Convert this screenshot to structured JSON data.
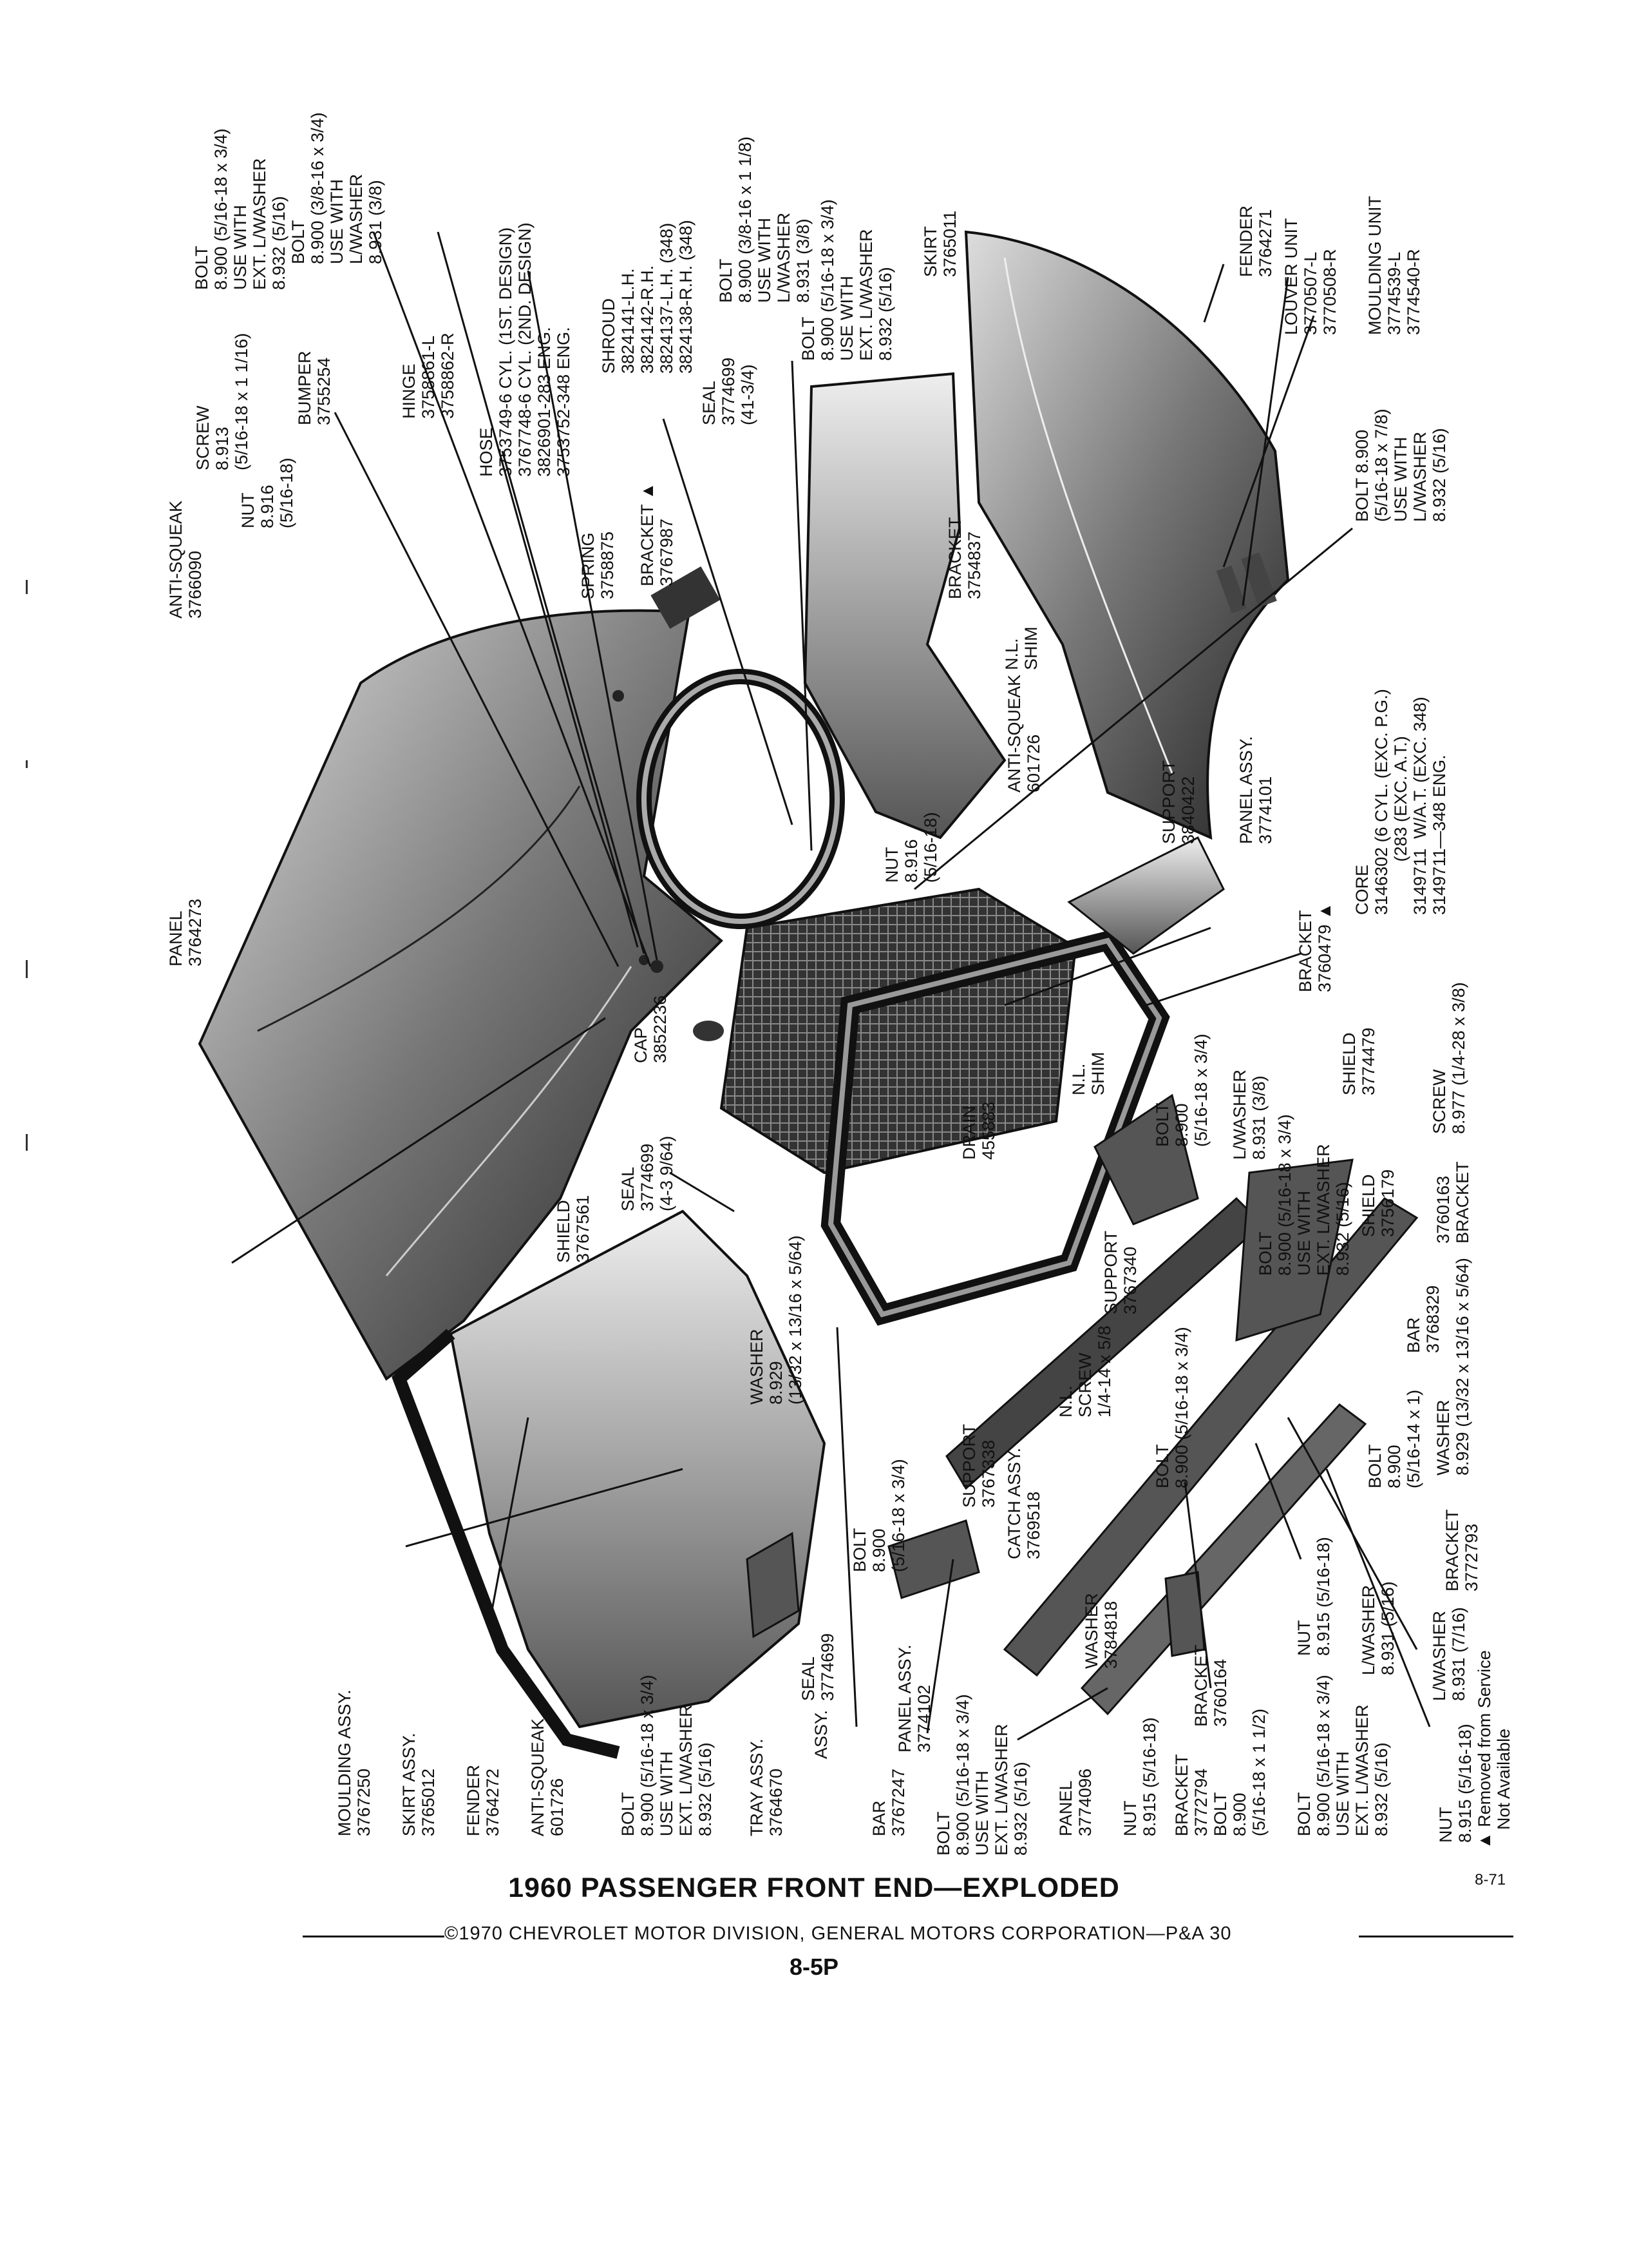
{
  "document": {
    "title": "1960 PASSENGER FRONT END—EXPLODED",
    "page_code": "8-71",
    "footer": "©1970 CHEVROLET MOTOR DIVISION, GENERAL MOTORS CORPORATION—P&A 30",
    "page_number": "8-5P"
  },
  "labels": [
    {
      "id": "bolt-top",
      "text": "BOLT\n8.900 (5/16-18 x 3/4)\nUSE WITH\nEXT. L/WASHER\n8.932 (5/16)"
    },
    {
      "id": "bolt-top2",
      "text": "BOLT\n8.900 (3/8-16 x 3/4)\nUSE WITH\nL/WASHER\n8.931 (3/8)"
    },
    {
      "id": "screw-top",
      "text": "SCREW\n8.913\n(5/16-18 x 1 1/16)"
    },
    {
      "id": "nut-top",
      "text": "NUT\n8.916\n(5/16-18)"
    },
    {
      "id": "antisqueak-top",
      "text": "ANTI-SQUEAK\n3766090"
    },
    {
      "id": "bumper",
      "text": "BUMPER\n3755254"
    },
    {
      "id": "hinge",
      "text": "HINGE\n3758861-L\n3758862-R"
    },
    {
      "id": "hose",
      "text": "HOSE\n3753749-6 CYL. (1ST. DESIGN)\n3767748-6 CYL. (2ND. DESIGN)\n3826901-283 ENG.\n3753752-348 ENG."
    },
    {
      "id": "shroud",
      "text": "SHROUD\n3824141-L.H.\n3824142-R.H.\n3824137-L.H. (348)\n3824138-R.H. (348)"
    },
    {
      "id": "bolt-shroud",
      "text": "BOLT\n8.900 (3/8-16 x 1 1/8)\nUSE WITH\nL/WASHER\n8.931 (3/8)"
    },
    {
      "id": "bolt-shroud2",
      "text": "BOLT\n8.900 (5/16-18 x 3/4)\nUSE WITH\nEXT. L/WASHER\n8.932 (5/16)"
    },
    {
      "id": "skirt",
      "text": "SKIRT\n3765011"
    },
    {
      "id": "seal-top",
      "text": "SEAL\n3774699\n(41-3/4)"
    },
    {
      "id": "spring",
      "text": "SPRING\n3758875"
    },
    {
      "id": "bracket-top",
      "text": "BRACKET ▲\n3767987"
    },
    {
      "id": "bracket-3754837",
      "text": "BRACKET\n3754837"
    },
    {
      "id": "fender-top",
      "text": "FENDER\n3764271"
    },
    {
      "id": "louver",
      "text": "LOUVER UNIT\n3770507-L\n3770508-R"
    },
    {
      "id": "moulding-unit",
      "text": "MOULDING UNIT\n3774539-L\n3774540-R"
    },
    {
      "id": "bolt-right",
      "text": "BOLT 8.900\n(5/16-18 x 7/8)\nUSE WITH\nL/WASHER\n8.932 (5/16)"
    },
    {
      "id": "nl-shim-top",
      "text": "N.L.\nSHIM"
    },
    {
      "id": "antisqueak-601726-top",
      "text": "ANTI-SQUEAK\n601726"
    },
    {
      "id": "support-3840422",
      "text": "SUPPORT\n3840422"
    },
    {
      "id": "panel-3774101",
      "text": "PANEL ASSY.\n3774101"
    },
    {
      "id": "core",
      "text": "CORE\n3146302 (6 CYL. (EXC. P.G.)\n           (283 (EXC. A.T.)\n3149711  W/A.T. (EXC. 348)\n3149711—348 ENG."
    },
    {
      "id": "bracket-3760479",
      "text": "BRACKET\n3760479 ▲"
    },
    {
      "id": "nut-middle",
      "text": "NUT\n8.916\n(5/16-18)"
    },
    {
      "id": "panel-hood",
      "text": "PANEL\n3764273"
    },
    {
      "id": "cap",
      "text": "CAP\n3852236"
    },
    {
      "id": "drain",
      "text": "DRAIN\n455883"
    },
    {
      "id": "nl-shim-mid",
      "text": "N.L.\nSHIM"
    },
    {
      "id": "shield-3774479",
      "text": "SHIELD\n3774479"
    },
    {
      "id": "screw-977",
      "text": "SCREW\n8.977 (1/4-28 x 3/8)"
    },
    {
      "id": "bolt-mid",
      "text": "BOLT\n8.900\n(5/16-18 x 3/4)"
    },
    {
      "id": "lwasher-mid",
      "text": "L/WASHER\n8.931 (3/8)"
    },
    {
      "id": "bolt-mid2",
      "text": "BOLT\n8.900 (5/16-18 x 3/4)\nUSE WITH\nEXT. L/WASHER\n8.932 (5/16)"
    },
    {
      "id": "shield-3756179",
      "text": "SHIELD\n3756179"
    },
    {
      "id": "bracket-3760163",
      "text": "3760163\nBRACKET"
    },
    {
      "id": "seal-mid",
      "text": "SEAL\n3774699\n(4-3 9/64)"
    },
    {
      "id": "shield-3767561",
      "text": "SHIELD\n3767561"
    },
    {
      "id": "washer-929-left",
      "text": "WASHER\n8.929\n(13/32 x 13/16 x 5/64)"
    },
    {
      "id": "support-3767340",
      "text": "SUPPORT\n3767340"
    },
    {
      "id": "nl-screw",
      "text": "N.L.\nSCREW\n1/4-14 x 5/8"
    },
    {
      "id": "bar-3768329",
      "text": "BAR\n3768329"
    },
    {
      "id": "washer-929-right",
      "text": "WASHER\n8.929 (13/32 x 13/16 x 5/64)"
    },
    {
      "id": "bolt-bar",
      "text": "BOLT\n8.900 (5/16-18 x 3/4)"
    },
    {
      "id": "bolt-bar2",
      "text": "BOLT\n8.900\n(5/16-14 x 1)"
    },
    {
      "id": "support-3767338",
      "text": "SUPPORT\n3767338"
    },
    {
      "id": "catch",
      "text": "CATCH ASSY.\n3769518"
    },
    {
      "id": "bolt-catch",
      "text": "BOLT\n8.900\n(5/16-18 x 3/4)"
    },
    {
      "id": "bracket-3772793",
      "text": "BRACKET\n3772793"
    },
    {
      "id": "washer-3784818",
      "text": "WASHER\n3784818"
    },
    {
      "id": "nut-915",
      "text": "NUT\n8.915 (5/16-18)"
    },
    {
      "id": "lwasher-931",
      "text": "L/WASHER\n8.931 (5/16)"
    },
    {
      "id": "lwasher-931b",
      "text": "L/WASHER\n8.931 (7/16)"
    },
    {
      "id": "moulding",
      "text": "MOULDING ASSY.\n3767250"
    },
    {
      "id": "skirt-bottom",
      "text": "SKIRT ASSY.\n3765012"
    },
    {
      "id": "fender-bottom",
      "text": "FENDER\n3764272"
    },
    {
      "id": "antisqueak-bottom",
      "text": "ANTI-SQUEAK\n601726"
    },
    {
      "id": "bolt-bottom1",
      "text": "BOLT\n8.900 (5/16-18 x 3/4)\nUSE WITH\nEXT. L/WASHER\n8.932 (5/16)"
    },
    {
      "id": "tray",
      "text": "TRAY ASSY.\n3764670"
    },
    {
      "id": "seal-bottom",
      "text": "SEAL\n3774699"
    },
    {
      "id": "assy",
      "text": "ASSY."
    },
    {
      "id": "bar-3767247",
      "text": "BAR\n3767247"
    },
    {
      "id": "panel-3774102",
      "text": "PANEL ASSY.\n3774102"
    },
    {
      "id": "bolt-bottom2",
      "text": "BOLT\n8.900 (5/16-18 x 3/4)\nUSE WITH\nEXT. L/WASHER\n8.932 (5/16)"
    },
    {
      "id": "panel-3774096",
      "text": "PANEL\n3774096"
    },
    {
      "id": "nut-bottom",
      "text": "NUT\n8.915 (5/16-18)"
    },
    {
      "id": "bracket-3772794",
      "text": "BRACKET\n3772794\nBOLT\n8.900\n(5/16-18 x 1 1/2)"
    },
    {
      "id": "bracket-3760164",
      "text": "BRACKET\n3760164"
    },
    {
      "id": "bolt-bottom3",
      "text": "BOLT\n8.900 (5/16-18 x 3/4)\nUSE WITH\nEXT. L/WASHER\n8.932 (5/16)"
    },
    {
      "id": "nut-bottom2",
      "text": "NUT\n8.915 (5/16-18)"
    },
    {
      "id": "legend",
      "text": "▲ Removed from Service\n    Not Available"
    }
  ]
}
